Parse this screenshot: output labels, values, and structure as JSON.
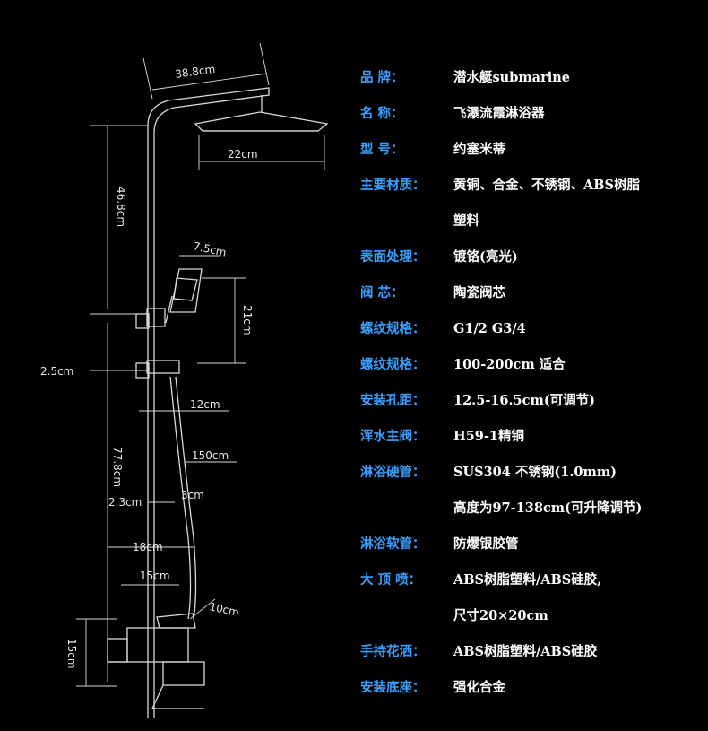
{
  "colors": {
    "background": "#000000",
    "label": "#3aa0ff",
    "value": "#ffffff",
    "drawing": "#d9d9d9"
  },
  "dimensions": {
    "width_top": "38.8cm",
    "height_top": "46.8cm",
    "head_width": "22cm",
    "handheld_width": "7.5cm",
    "handheld_height": "21cm",
    "bracket": "2.5cm",
    "main_height": "77.8cm",
    "slider_offset": "12cm",
    "hose": "150cm",
    "pipe_dia": "2.3cm",
    "pipe_gap": "3cm",
    "base_width": "18cm",
    "base_inner": "15cm",
    "spout": "10cm",
    "base_height": "15cm"
  },
  "specs": [
    {
      "label": "品    牌：",
      "value": "潜水艇submarine"
    },
    {
      "label": "名    称：",
      "value": "飞瀑流霞淋浴器"
    },
    {
      "label": "型    号：",
      "value": "约塞米蒂"
    },
    {
      "label": "主要材质：",
      "value": "黄铜、合金、不锈钢、ABS树脂"
    },
    {
      "label": "",
      "value": "塑料"
    },
    {
      "label": "表面处理：",
      "value": "镀铬(亮光)"
    },
    {
      "label": "阀    芯：",
      "value": "陶瓷阀芯"
    },
    {
      "label": "螺纹规格：",
      "value": "G1/2   G3/4"
    },
    {
      "label": "螺纹规格：",
      "value": "100-200cm 适合"
    },
    {
      "label": "安装孔距：",
      "value": "12.5-16.5cm(可调节)"
    },
    {
      "label": "浑水主阀：",
      "value": "H59-1精铜"
    },
    {
      "label": "淋浴硬管：",
      "value": "SUS304 不锈钢(1.0mm)"
    },
    {
      "label": "",
      "value": "高度为97-138cm(可升降调节)"
    },
    {
      "label": "淋浴软管：",
      "value": "防爆银胶管"
    },
    {
      "label": "大 顶 喷：",
      "value": "ABS树脂塑料/ABS硅胶,"
    },
    {
      "label": "",
      "value": "尺寸20×20cm"
    },
    {
      "label": "手持花洒：",
      "value": "ABS树脂塑料/ABS硅胶"
    },
    {
      "label": "安装底座：",
      "value": "强化合金"
    }
  ]
}
